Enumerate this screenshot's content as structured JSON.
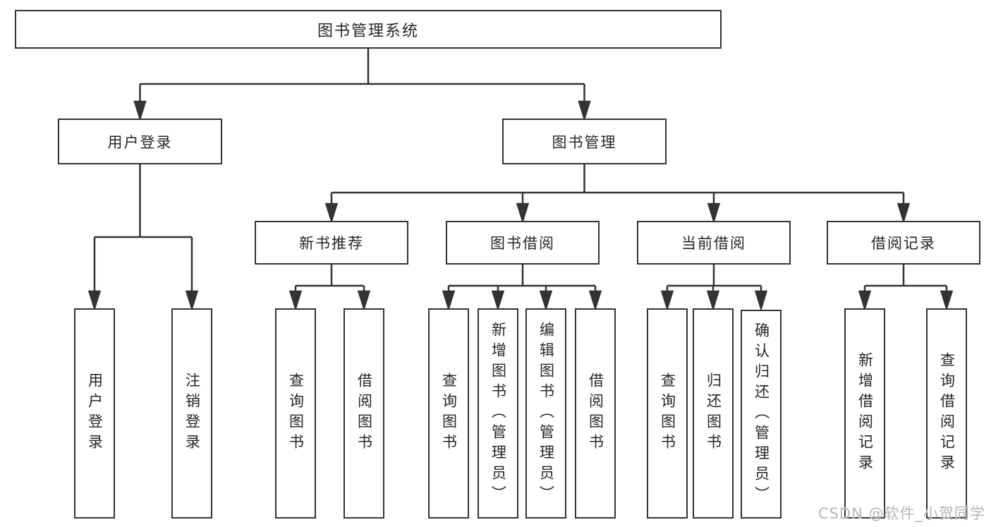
{
  "diagram": {
    "title": "图书管理系统",
    "branches": [
      {
        "label": "用户登录",
        "children": [
          {
            "label": "用户登录"
          },
          {
            "label": "注销登录"
          }
        ]
      },
      {
        "label": "图书管理",
        "sections": [
          {
            "label": "新书推荐",
            "children": [
              {
                "label": "查询图书"
              },
              {
                "label": "借阅图书"
              }
            ]
          },
          {
            "label": "图书借阅",
            "children": [
              {
                "label": "查询图书"
              },
              {
                "label": "新增图书（管理员）"
              },
              {
                "label": "编辑图书（管理员）"
              },
              {
                "label": "借阅图书"
              }
            ]
          },
          {
            "label": "当前借阅",
            "children": [
              {
                "label": "查询图书"
              },
              {
                "label": "归还图书"
              },
              {
                "label": "确认归还（管理员）"
              }
            ]
          },
          {
            "label": "借阅记录",
            "children": [
              {
                "label": "新增借阅记录"
              },
              {
                "label": "查询借阅记录"
              }
            ]
          }
        ]
      }
    ]
  },
  "watermark": {
    "text": "CSDN @软件_小贺同学"
  },
  "colors": {
    "line": "#333333",
    "text": "#262626",
    "background": "#ffffff",
    "watermark": "#b5b5b5"
  }
}
